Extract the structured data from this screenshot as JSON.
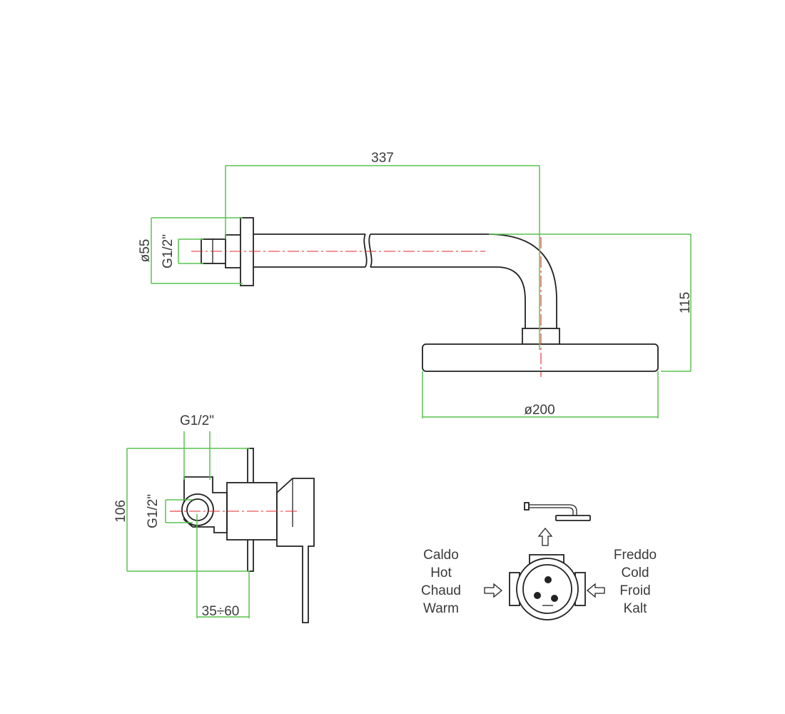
{
  "colors": {
    "outline": "#222222",
    "dimension": "#58c34e",
    "centerline": "#e8282b",
    "text": "#3a3a3a",
    "background": "#ffffff"
  },
  "shower_arm": {
    "length_label": "337",
    "height_label": "115",
    "flange_diameter_label": "ø55",
    "thread_label": "G1/2\"",
    "head_diameter_label": "ø200"
  },
  "mixer": {
    "thread_top_label": "G1/2\"",
    "thread_side_label": "G1/2\"",
    "height_label": "106",
    "depth_label": "35÷60"
  },
  "flow": {
    "hot_labels": [
      "Caldo",
      "Hot",
      "Chaud",
      "Warm"
    ],
    "cold_labels": [
      "Freddo",
      "Cold",
      "Froid",
      "Kalt"
    ],
    "icons": {
      "outlet": "shower-outlet-icon",
      "up_arrow": "arrow-up-icon",
      "hot_arrow": "arrow-right-icon",
      "cold_arrow": "arrow-left-icon"
    }
  }
}
